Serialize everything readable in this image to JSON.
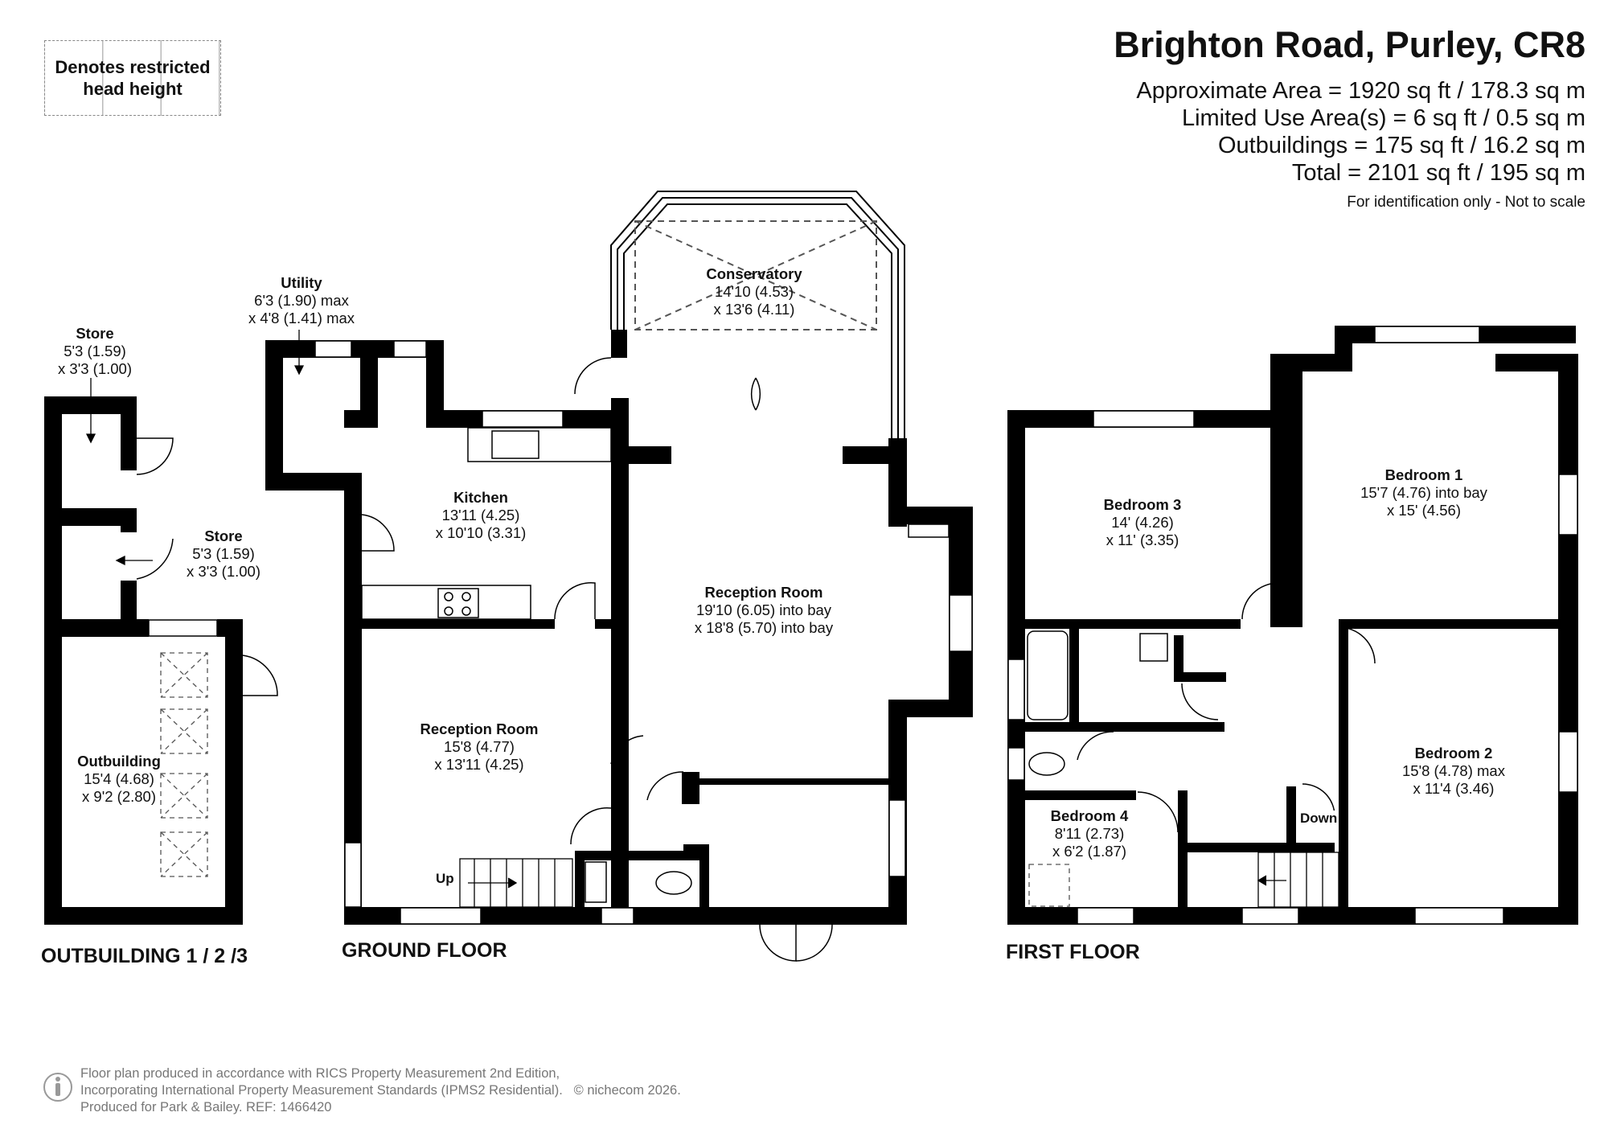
{
  "header": {
    "title": "Brighton Road, Purley, CR8",
    "areas": [
      "Approximate Area = 1920 sq ft / 178.3 sq m",
      "Limited Use Area(s) = 6 sq ft / 0.5 sq m",
      "Outbuildings = 175 sq ft / 16.2 sq m",
      "Total = 2101 sq ft / 195 sq m"
    ],
    "note": "For identification only - Not to scale"
  },
  "legend": {
    "line1": "Denotes restricted",
    "line2": "head height"
  },
  "floors": {
    "outbuilding": "OUTBUILDING 1 / 2 /3",
    "ground": "GROUND FLOOR",
    "first": "FIRST FLOOR"
  },
  "rooms": {
    "store_top": {
      "name": "Store",
      "d1": "5'3 (1.59)",
      "d2": "x 3'3 (1.00)"
    },
    "store_mid": {
      "name": "Store",
      "d1": "5'3 (1.59)",
      "d2": "x 3'3 (1.00)"
    },
    "outbuilding": {
      "name": "Outbuilding",
      "d1": "15'4 (4.68)",
      "d2": "x 9'2 (2.80)"
    },
    "utility": {
      "name": "Utility",
      "d1": "6'3 (1.90) max",
      "d2": "x 4'8 (1.41) max"
    },
    "conservatory": {
      "name": "Conservatory",
      "d1": "14'10 (4.53)",
      "d2": "x 13'6 (4.11)"
    },
    "kitchen": {
      "name": "Kitchen",
      "d1": "13'11 (4.25)",
      "d2": "x 10'10 (3.31)"
    },
    "reception_large": {
      "name": "Reception Room",
      "d1": "19'10 (6.05) into bay",
      "d2": "x 18'8 (5.70) into bay"
    },
    "reception_small": {
      "name": "Reception Room",
      "d1": "15'8 (4.77)",
      "d2": "x 13'11 (4.25)"
    },
    "bedroom3": {
      "name": "Bedroom 3",
      "d1": "14' (4.26)",
      "d2": "x 11' (3.35)"
    },
    "bedroom1": {
      "name": "Bedroom 1",
      "d1": "15'7 (4.76) into bay",
      "d2": "x 15' (4.56)"
    },
    "bedroom2": {
      "name": "Bedroom 2",
      "d1": "15'8 (4.78) max",
      "d2": "x 11'4 (3.46)"
    },
    "bedroom4": {
      "name": "Bedroom 4",
      "d1": "8'11 (2.73)",
      "d2": "x 6'2 (1.87)"
    }
  },
  "stairs": {
    "up": "Up",
    "down": "Down"
  },
  "footer": {
    "line1": "Floor plan produced in accordance with RICS Property Measurement 2nd Edition,",
    "line2": "Incorporating International Property Measurement Standards (IPMS2 Residential).",
    "copyright": "© nichecom 2026.",
    "line3": "Produced for Park & Bailey.   REF:  1466420"
  },
  "colors": {
    "wall": "#000000",
    "window": "#ffffff",
    "footer_text": "#777777"
  }
}
